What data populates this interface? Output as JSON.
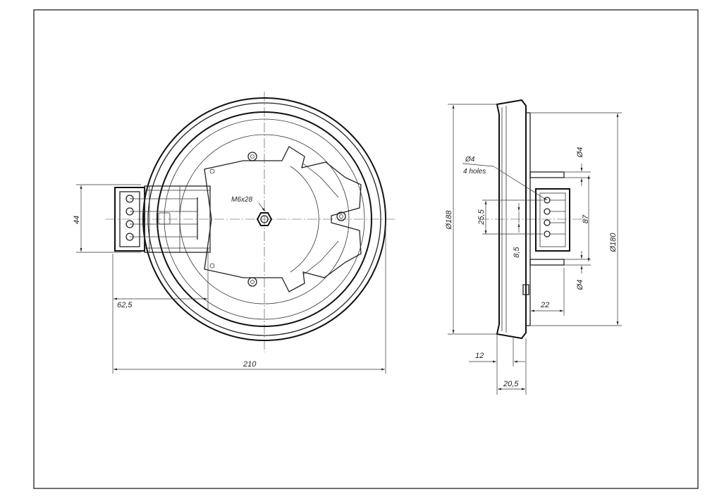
{
  "colors": {
    "line": "#222222",
    "background": "#ffffff"
  },
  "front_view": {
    "thread_label": "M6x28",
    "dim_height": "44",
    "dim_offset": "62,5",
    "dim_width": "210"
  },
  "side_view": {
    "holes_diameter": "Ø4",
    "holes_note": "4 holes",
    "dim_outer_diameter": "Ø188",
    "dim_pin_pitch": "25,5",
    "dim_pin_step": "8,5",
    "dim_top_slot": "Ø4",
    "dim_bottom_slot": "Ø4",
    "dim_span": "87",
    "dim_inner_diameter": "Ø180",
    "dim_depth": "22",
    "dim_rim": "12",
    "dim_total_depth": "20,5"
  }
}
